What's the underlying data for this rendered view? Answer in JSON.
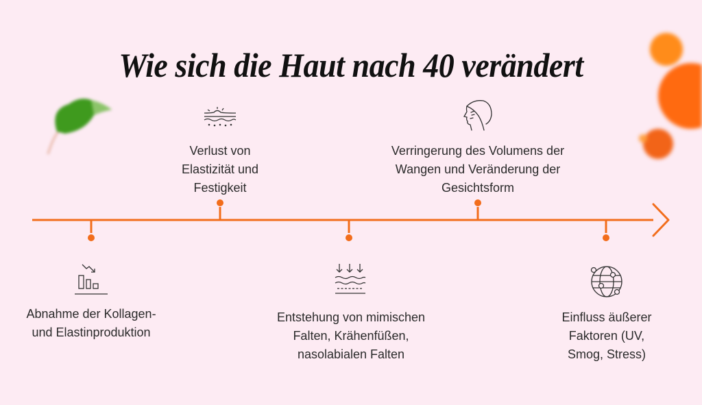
{
  "title": "Wie sich die Haut nach 40 verändert",
  "colors": {
    "background": "#fdebf3",
    "accent": "#f26d1b",
    "text": "#2a2a2a",
    "title": "#111111"
  },
  "timeline": {
    "direction": "left-to-right",
    "arrow_icon": "chevron-right-icon",
    "milestones": [
      {
        "position": "below",
        "icon": "declining-bar-chart-icon",
        "lines": [
          "Abnahme der Kollagen-",
          "und Elastinproduktion"
        ]
      },
      {
        "position": "above",
        "icon": "skin-layers-icon",
        "lines": [
          "Verlust von",
          "Elastizität und",
          "Festigkeit"
        ]
      },
      {
        "position": "below",
        "icon": "wrinkles-arrows-down-icon",
        "lines": [
          "Entstehung von mimischen",
          "Falten, Krähenfüßen,",
          "nasolabialen Falten"
        ]
      },
      {
        "position": "above",
        "icon": "face-profile-icon",
        "lines": [
          "Verringerung des Volumens der",
          "Wangen und Veränderung der",
          "Gesichtsform"
        ]
      },
      {
        "position": "below",
        "icon": "globe-network-icon",
        "lines": [
          "Einfluss äußerer",
          "Faktoren (UV,",
          "Smog, Stress)"
        ]
      }
    ]
  },
  "decorations": [
    "green-leaf",
    "orange-droplets"
  ]
}
